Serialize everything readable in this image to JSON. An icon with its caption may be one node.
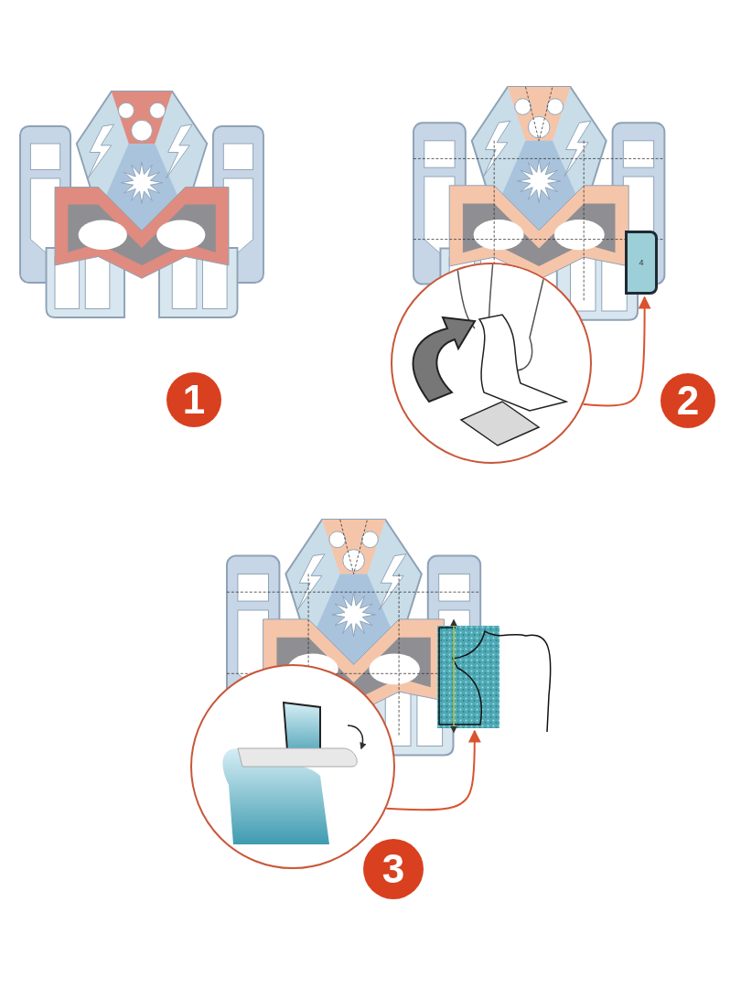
{
  "diagram": {
    "nodes": [
      {
        "text": [
          "1"
        ]
      },
      {
        "text": [],
        "shape": "picture"
      },
      {
        "text": [
          "4"
        ]
      },
      {
        "text": [
          "2"
        ]
      },
      {
        "text": [],
        "shape": "picture"
      },
      {
        "text": [],
        "shape": "picture"
      },
      {
        "text": [
          "3"
        ]
      }
    ],
    "edges": [
      {
        "from": 1,
        "to": 2,
        "arrow": "to"
      },
      {
        "from": 4,
        "to": 5,
        "arrow": "to"
      }
    ]
  }
}
